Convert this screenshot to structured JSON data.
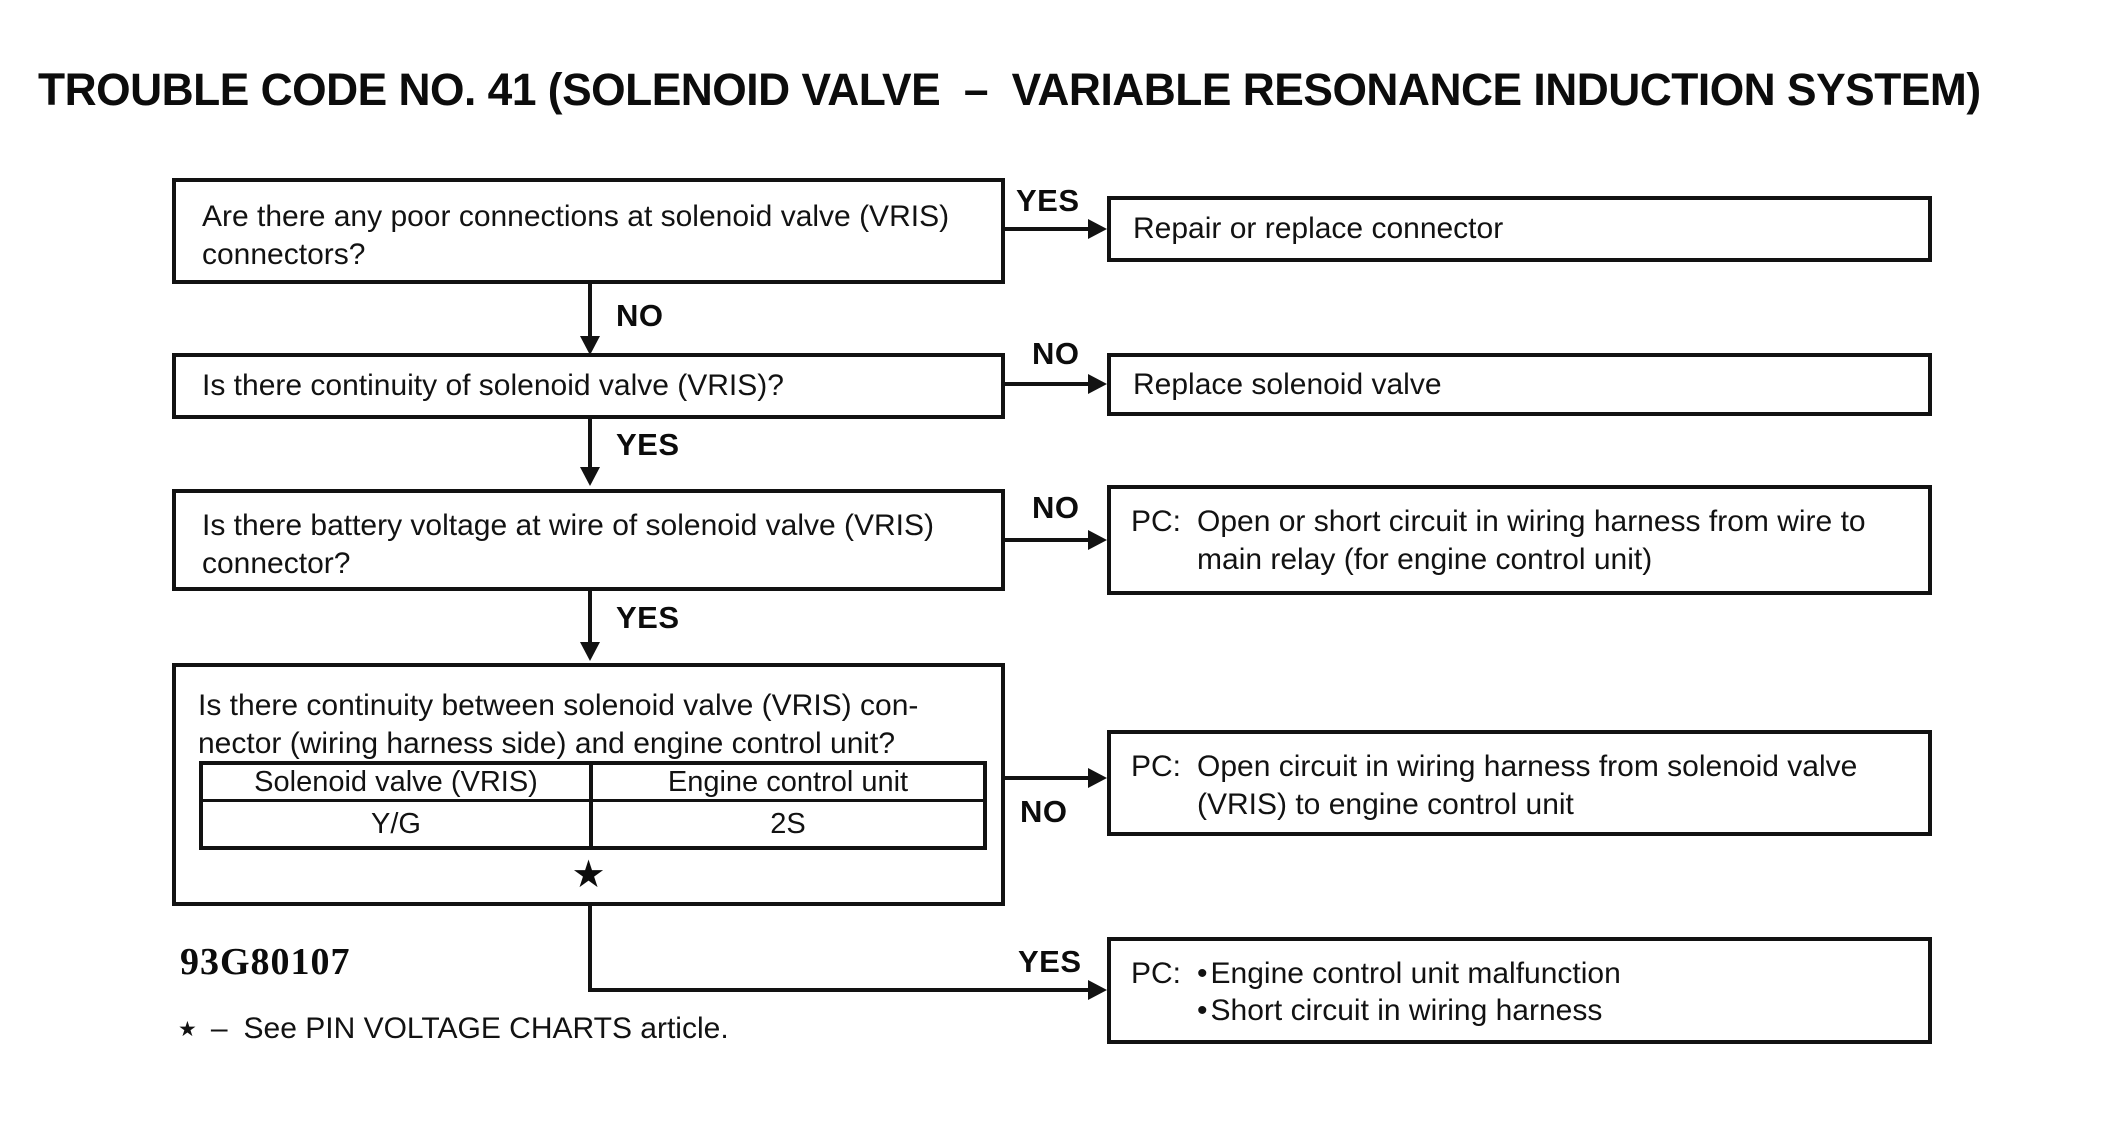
{
  "title": "TROUBLE CODE NO. 41 (SOLENOID VALVE  –  VARIABLE RESONANCE INDUCTION SYSTEM)",
  "figure_id": "93G80107",
  "footnote": {
    "star": "★",
    "separator": "–",
    "text": "See PIN VOLTAGE CHARTS article."
  },
  "flow": {
    "step1": {
      "question_lines": [
        "Are there any poor connections at solenoid valve (VRIS)",
        "connectors?"
      ],
      "branch_label": "YES",
      "down_label": "NO",
      "result": "Repair or replace connector"
    },
    "step2": {
      "question": "Is there continuity of solenoid valve (VRIS)?",
      "branch_label": "NO",
      "down_label": "YES",
      "result": "Replace solenoid valve"
    },
    "step3": {
      "question_lines": [
        "Is there battery voltage at wire of solenoid valve (VRIS)",
        "connector?"
      ],
      "branch_label": "NO",
      "down_label": "YES",
      "result_prefix": "PC:",
      "result": "Open or short circuit in wiring harness from wire to main relay (for engine control unit)"
    },
    "step4": {
      "question_lines": [
        "Is there continuity between solenoid valve (VRIS) con-",
        "nector (wiring harness side) and engine control unit?"
      ],
      "table": {
        "headers": [
          "Solenoid valve (VRIS)",
          "Engine control unit"
        ],
        "row": [
          "Y/G",
          "2S"
        ]
      },
      "star_marker": "★",
      "branch_label": "NO",
      "result_prefix": "PC:",
      "result": "Open circuit in wiring harness from solenoid valve (VRIS) to engine control unit"
    },
    "step5": {
      "branch_label": "YES",
      "result_prefix": "PC:",
      "bullet": "•",
      "result_bullets": [
        "Engine control unit malfunction",
        "Short circuit in wiring harness"
      ]
    }
  }
}
